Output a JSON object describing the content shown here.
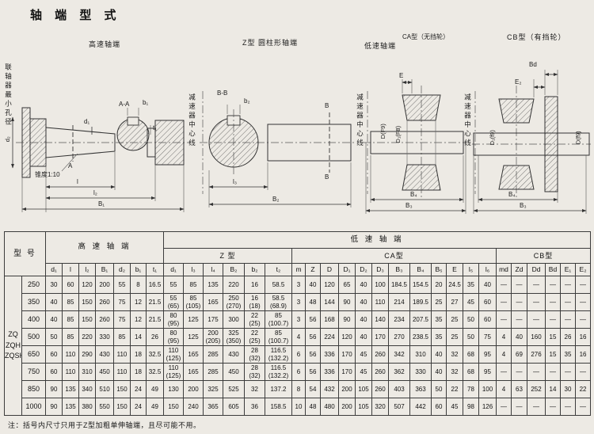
{
  "page": {
    "title": "轴 端 型 式",
    "note": "注：括号内尺寸只用于Z型加粗单伸轴端，且尽可能不用。"
  },
  "drawings": {
    "centerline_label": "减速器中心线",
    "fig1": {
      "title": "高速轴端",
      "coupling_note": "联轴器最小孔径",
      "taper_note": "锥度1:10",
      "section_label": "A-A",
      "cut_label": "A",
      "dims": {
        "d1": "d₁",
        "d2": "d₂",
        "b1": "b₁",
        "t1": "t₁",
        "l": "l",
        "l2": "l₂",
        "B1": "B₁"
      }
    },
    "fig2": {
      "title": "Z型 圆柱形轴端",
      "section_label": "B-B",
      "cut_label": "B",
      "dims": {
        "b2": "b₂",
        "l3": "l₃",
        "B2": "B₂"
      }
    },
    "fig3": {
      "title": "低速轴端",
      "subtitle": "CA型（无挡轮）",
      "dims": {
        "E": "E",
        "D": "D(F9)",
        "D1": "D₁(F8)",
        "B4": "B₄",
        "B3": "B₃"
      }
    },
    "fig4": {
      "title": "CB型（有挡轮）",
      "dims": {
        "Bd": "Bd",
        "E2": "E₂",
        "D1": "D₁(f9)",
        "D": "D(f9)",
        "B4": "B₄",
        "B3": "B₃"
      }
    }
  },
  "table": {
    "model_group_label": "型  号",
    "series_label": "ZQ\nZQH\nZQSH",
    "high_speed_label": "高 速 轴 端",
    "low_speed_label": "低  速  轴  端",
    "z_label": "Z  型",
    "ca_label": "CA型",
    "cb_label": "CB型",
    "high_speed_cols": [
      "d₁",
      "l",
      "l₂",
      "B₁",
      "d₂",
      "b₁",
      "t₁"
    ],
    "z_cols": [
      "d₁",
      "l₃",
      "l₄",
      "B₂",
      "b₂",
      "t₂"
    ],
    "ca_cols": [
      "m",
      "Z",
      "D",
      "D₁",
      "D₂",
      "D₃",
      "B₃",
      "B₄",
      "B₅",
      "E",
      "l₅",
      "l₆"
    ],
    "cb_cols": [
      "md",
      "Zd",
      "Dd",
      "Bd",
      "E₁",
      "E₂"
    ],
    "rows": [
      {
        "model": "250",
        "hs": [
          "30",
          "60",
          "120",
          "200",
          "55",
          "8",
          "16.5"
        ],
        "z": [
          "55",
          "85",
          "135",
          "220",
          "16",
          "58.5"
        ],
        "ca": [
          "3",
          "40",
          "120",
          "65",
          "40",
          "100",
          "184.5",
          "154.5",
          "20",
          "24.5",
          "35",
          "40"
        ],
        "cb": [
          "—",
          "—",
          "—",
          "—",
          "—",
          "—"
        ]
      },
      {
        "model": "350",
        "hs": [
          "40",
          "85",
          "150",
          "260",
          "75",
          "12",
          "21.5"
        ],
        "z": [
          "55\n(65)",
          "85\n(105)",
          "165",
          "250\n(270)",
          "16\n(18)",
          "58.5\n(68.9)"
        ],
        "ca": [
          "3",
          "48",
          "144",
          "90",
          "40",
          "110",
          "214",
          "189.5",
          "25",
          "27",
          "45",
          "60"
        ],
        "cb": [
          "—",
          "—",
          "—",
          "—",
          "—",
          "—"
        ]
      },
      {
        "model": "400",
        "hs": [
          "40",
          "85",
          "150",
          "260",
          "75",
          "12",
          "21.5"
        ],
        "z": [
          "80\n(95)",
          "125",
          "175",
          "300",
          "22\n(25)",
          "85\n(100.7)"
        ],
        "ca": [
          "3",
          "56",
          "168",
          "90",
          "40",
          "140",
          "234",
          "207.5",
          "35",
          "25",
          "50",
          "60"
        ],
        "cb": [
          "—",
          "—",
          "—",
          "—",
          "—",
          "—"
        ]
      },
      {
        "model": "500",
        "hs": [
          "50",
          "85",
          "220",
          "330",
          "85",
          "14",
          "26"
        ],
        "z": [
          "80\n(95)",
          "125",
          "200\n(205)",
          "325\n(350)",
          "22\n(25)",
          "85\n(100.7)"
        ],
        "ca": [
          "4",
          "56",
          "224",
          "120",
          "40",
          "170",
          "270",
          "238.5",
          "35",
          "25",
          "50",
          "75"
        ],
        "cb": [
          "4",
          "40",
          "160",
          "15",
          "26",
          "16"
        ]
      },
      {
        "model": "650",
        "hs": [
          "60",
          "110",
          "290",
          "430",
          "110",
          "18",
          "32.5"
        ],
        "z": [
          "110\n(125)",
          "165",
          "285",
          "430",
          "28\n(32)",
          "116.5\n(132.2)"
        ],
        "ca": [
          "6",
          "56",
          "336",
          "170",
          "45",
          "260",
          "342",
          "310",
          "40",
          "32",
          "68",
          "95"
        ],
        "cb": [
          "4",
          "69",
          "276",
          "15",
          "35",
          "16"
        ]
      },
      {
        "model": "750",
        "hs": [
          "60",
          "110",
          "310",
          "450",
          "110",
          "18",
          "32.5"
        ],
        "z": [
          "110\n(125)",
          "165",
          "285",
          "450",
          "28\n(32)",
          "116.5\n(132.2)"
        ],
        "ca": [
          "6",
          "56",
          "336",
          "170",
          "45",
          "260",
          "362",
          "330",
          "40",
          "32",
          "68",
          "95"
        ],
        "cb": [
          "—",
          "—",
          "—",
          "—",
          "—",
          "—"
        ]
      },
      {
        "model": "850",
        "hs": [
          "90",
          "135",
          "340",
          "510",
          "150",
          "24",
          "49"
        ],
        "z": [
          "130",
          "200",
          "325",
          "525",
          "32",
          "137.2"
        ],
        "ca": [
          "8",
          "54",
          "432",
          "200",
          "105",
          "260",
          "403",
          "363",
          "50",
          "22",
          "78",
          "100"
        ],
        "cb": [
          "4",
          "63",
          "252",
          "14",
          "30",
          "22"
        ]
      },
      {
        "model": "1000",
        "hs": [
          "90",
          "135",
          "380",
          "550",
          "150",
          "24",
          "49"
        ],
        "z": [
          "150",
          "240",
          "365",
          "605",
          "36",
          "158.5"
        ],
        "ca": [
          "10",
          "48",
          "480",
          "200",
          "105",
          "320",
          "507",
          "442",
          "60",
          "45",
          "98",
          "126"
        ],
        "cb": [
          "—",
          "—",
          "—",
          "—",
          "—",
          "—"
        ]
      }
    ]
  }
}
